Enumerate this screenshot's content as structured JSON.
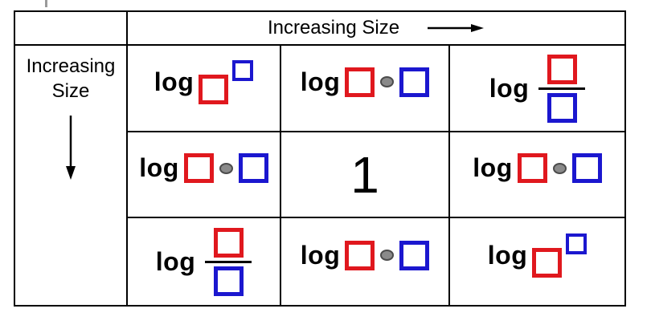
{
  "header": {
    "label": "Increasing Size"
  },
  "side": {
    "line1": "Increasing",
    "line2": "Size"
  },
  "grid": {
    "rows": [
      {
        "cells": [
          {
            "type": "power",
            "label": "log"
          },
          {
            "type": "product",
            "label": "log"
          },
          {
            "type": "quotient",
            "label": "log"
          }
        ]
      },
      {
        "cells": [
          {
            "type": "product",
            "label": "log"
          },
          {
            "type": "one",
            "label": "1"
          },
          {
            "type": "product",
            "label": "log"
          }
        ]
      },
      {
        "cells": [
          {
            "type": "quotient",
            "label": "log"
          },
          {
            "type": "product",
            "label": "log"
          },
          {
            "type": "power",
            "label": "log"
          }
        ]
      }
    ]
  },
  "colors": {
    "red_square": "#e0181e",
    "blue_square": "#1b17cf",
    "dot_fill": "#8a8a8a",
    "dot_outline": "#4c4c4c",
    "line": "#000000"
  },
  "icons": {
    "right_arrow": "right-arrow-icon",
    "down_arrow": "down-arrow-icon"
  }
}
